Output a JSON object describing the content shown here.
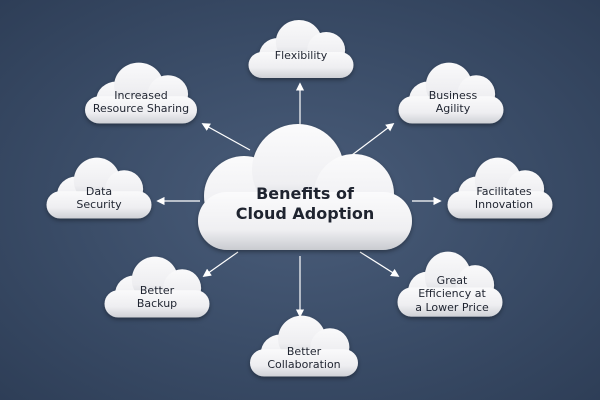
{
  "diagram": {
    "colors": {
      "background": "#3a4c67",
      "cloud_fill": "#f2f2f4",
      "cloud_shade": "#c9cbd0",
      "text": "#1f2430",
      "arrow": "#ffffff"
    },
    "center": {
      "line1": "Benefits of",
      "line2": "Cloud Adoption"
    },
    "benefits": {
      "flexibility": {
        "line1": "Flexibility"
      },
      "business_agility": {
        "line1": "Business",
        "line2": "Agility"
      },
      "facilitates_innovation": {
        "line1": "Facilitates",
        "line2": "Innovation"
      },
      "great_efficiency": {
        "line1": "Great",
        "line2": "Efficiency at",
        "line3": "a Lower Price"
      },
      "better_collaboration": {
        "line1": "Better",
        "line2": "Collaboration"
      },
      "better_backup": {
        "line1": "Better",
        "line2": "Backup"
      },
      "data_security": {
        "line1": "Data",
        "line2": "Security"
      },
      "resource_sharing": {
        "line1": "Increased",
        "line2": "Resource Sharing"
      }
    }
  }
}
